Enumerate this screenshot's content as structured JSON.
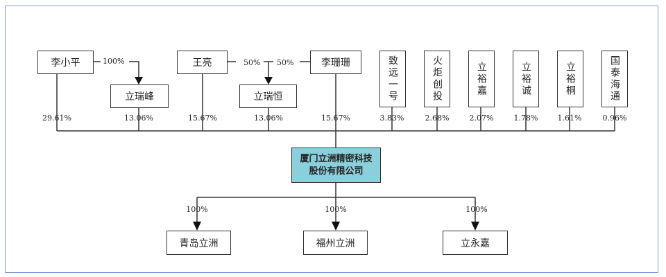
{
  "shareholders": [
    {
      "name": "李小平",
      "pct": "29.61%"
    },
    {
      "name": "立瑞峰",
      "pct": "13.06%"
    },
    {
      "name": "王亮",
      "pct": "15.67%"
    },
    {
      "name": "立瑞恒",
      "pct": "13.06%"
    },
    {
      "name": "李珊珊",
      "pct": "15.67%"
    },
    {
      "name": "致远一号",
      "pct": "3.83%"
    },
    {
      "name": "火炬创投",
      "pct": "2.68%"
    },
    {
      "name": "立裕嘉",
      "pct": "2.07%"
    },
    {
      "name": "立裕诚",
      "pct": "1.78%"
    },
    {
      "name": "立裕桐",
      "pct": "1.61%"
    },
    {
      "name": "国泰海通",
      "pct": "0.96%"
    }
  ],
  "links": {
    "lxp_to_lrf": "100%",
    "wl_to_lrh": "50%",
    "lss_to_lrh": "50%"
  },
  "company": {
    "line1": "厦门立洲精密科技",
    "line2": "股份有限公司"
  },
  "subsidiaries": [
    {
      "name": "青岛立洲",
      "pct": "100%"
    },
    {
      "name": "福州立洲",
      "pct": "100%"
    },
    {
      "name": "立永嘉",
      "pct": "100%"
    }
  ]
}
